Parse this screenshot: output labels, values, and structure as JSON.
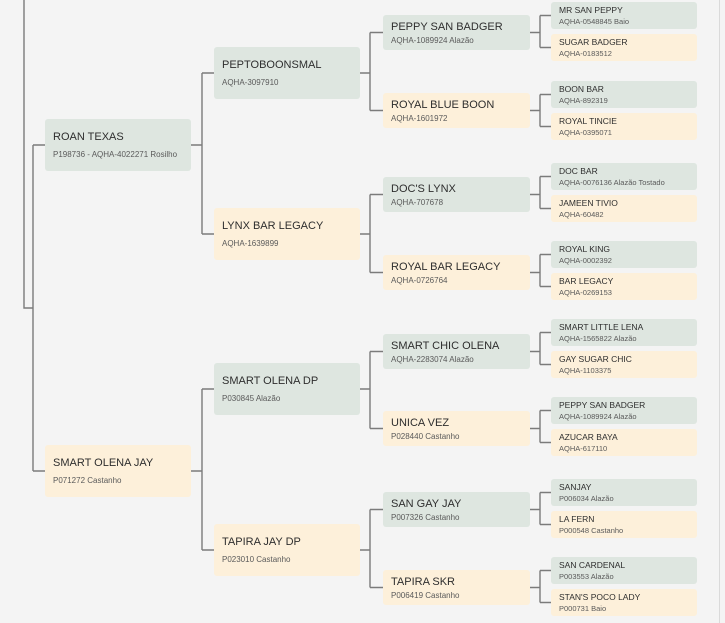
{
  "colors": {
    "background": "#f4f4f4",
    "sire_box": "#dee6e0",
    "dam_box": "#fdf0da",
    "connector": "#7b7b7b",
    "name_text": "#2e2e2e",
    "info_text": "#5a5a5a",
    "panel_edge": "#dadada"
  },
  "pedigree": {
    "gen1": [
      {
        "name": "ROAN TEXAS",
        "info": "P198736 - AQHA-4022271 Rosilho"
      },
      {
        "name": "SMART OLENA JAY",
        "info": "P071272 Castanho"
      }
    ],
    "gen2": [
      {
        "name": "PEPTOBOONSMAL",
        "info": "AQHA-3097910"
      },
      {
        "name": "LYNX BAR LEGACY",
        "info": "AQHA-1639899"
      },
      {
        "name": "SMART OLENA DP",
        "info": "P030845 Alazão"
      },
      {
        "name": "TAPIRA JAY DP",
        "info": "P023010 Castanho"
      }
    ],
    "gen3": [
      {
        "name": "PEPPY SAN BADGER",
        "info": "AQHA-1089924 Alazão"
      },
      {
        "name": "ROYAL BLUE BOON",
        "info": "AQHA-1601972"
      },
      {
        "name": "DOC'S LYNX",
        "info": "AQHA-707678"
      },
      {
        "name": "ROYAL BAR LEGACY",
        "info": "AQHA-0726764"
      },
      {
        "name": "SMART CHIC OLENA",
        "info": "AQHA-2283074 Alazão"
      },
      {
        "name": "UNICA VEZ",
        "info": "P028440 Castanho"
      },
      {
        "name": "SAN GAY JAY",
        "info": "P007326 Castanho"
      },
      {
        "name": "TAPIRA SKR",
        "info": "P006419 Castanho"
      }
    ],
    "gen4": [
      {
        "name": "MR SAN PEPPY",
        "info": "AQHA-0548845 Baio"
      },
      {
        "name": "SUGAR BADGER",
        "info": "AQHA-0183512"
      },
      {
        "name": "BOON BAR",
        "info": "AQHA-892319"
      },
      {
        "name": "ROYAL TINCIE",
        "info": "AQHA-0395071"
      },
      {
        "name": "DOC BAR",
        "info": "AQHA-0076136 Alazão Tostado"
      },
      {
        "name": "JAMEEN TIVIO",
        "info": "AQHA-60482"
      },
      {
        "name": "ROYAL KING",
        "info": "AQHA-0002392"
      },
      {
        "name": "BAR LEGACY",
        "info": "AQHA-0269153"
      },
      {
        "name": "SMART LITTLE LENA",
        "info": "AQHA-1565822 Alazão"
      },
      {
        "name": "GAY SUGAR CHIC",
        "info": "AQHA-1103375"
      },
      {
        "name": "PEPPY SAN BADGER",
        "info": "AQHA-1089924 Alazão"
      },
      {
        "name": "AZUCAR BAYA",
        "info": "AQHA-617110"
      },
      {
        "name": "SANJAY",
        "info": "P006034 Alazão"
      },
      {
        "name": "LA FERN",
        "info": "P000548 Castanho"
      },
      {
        "name": "SAN CARDENAL",
        "info": "P003553 Alazão"
      },
      {
        "name": "STAN'S POCO LADY",
        "info": "P000731 Baio"
      }
    ]
  }
}
